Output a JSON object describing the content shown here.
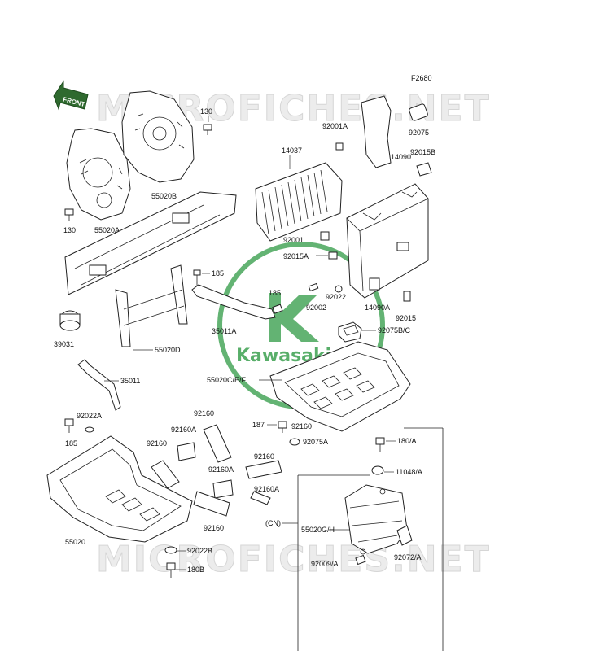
{
  "figure_code": "F2680",
  "watermark": {
    "top": "MICROFICHES.NET",
    "bottom": "MICROFICHES.NET"
  },
  "logo": {
    "text": "Kawasaki"
  },
  "front_arrow": {
    "text": "FRONT"
  },
  "labels": {
    "p130_top": "130",
    "p130_left": "130",
    "p55020A": "55020A",
    "p55020B": "55020B",
    "p39031": "39031",
    "p55020D": "55020D",
    "p185_mid": "185",
    "p185_mid2": "185",
    "p35011A": "35011A",
    "p35011": "35011",
    "p92022A": "92022A",
    "p185_low": "185",
    "p14037": "14037",
    "p92001A": "92001A",
    "p14090": "14090",
    "p92075": "92075",
    "p92015B": "92015B",
    "p92001": "92001",
    "p92015A": "92015A",
    "p92022": "92022",
    "p92002": "92002",
    "p14090A": "14090A",
    "p92015": "92015",
    "p92075BC": "92075B/C",
    "p55020CEF": "55020C/E/F",
    "p187": "187",
    "p92075A": "92075A",
    "p180A": "180/A",
    "p11048A": "11048/A",
    "pCN": "(CN)",
    "p55020GH": "55020G/H",
    "p92009A": "92009/A",
    "p92072A": "92072/A",
    "p92160_a": "92160",
    "p92160A_a": "92160A",
    "p92160_b": "92160",
    "p92160_c": "92160",
    "p92160A_b": "92160A",
    "p92160_d": "92160",
    "p92160A_c": "92160A",
    "p92160_e": "92160",
    "p55020": "55020",
    "p92022B": "92022B",
    "p180B": "180B"
  }
}
